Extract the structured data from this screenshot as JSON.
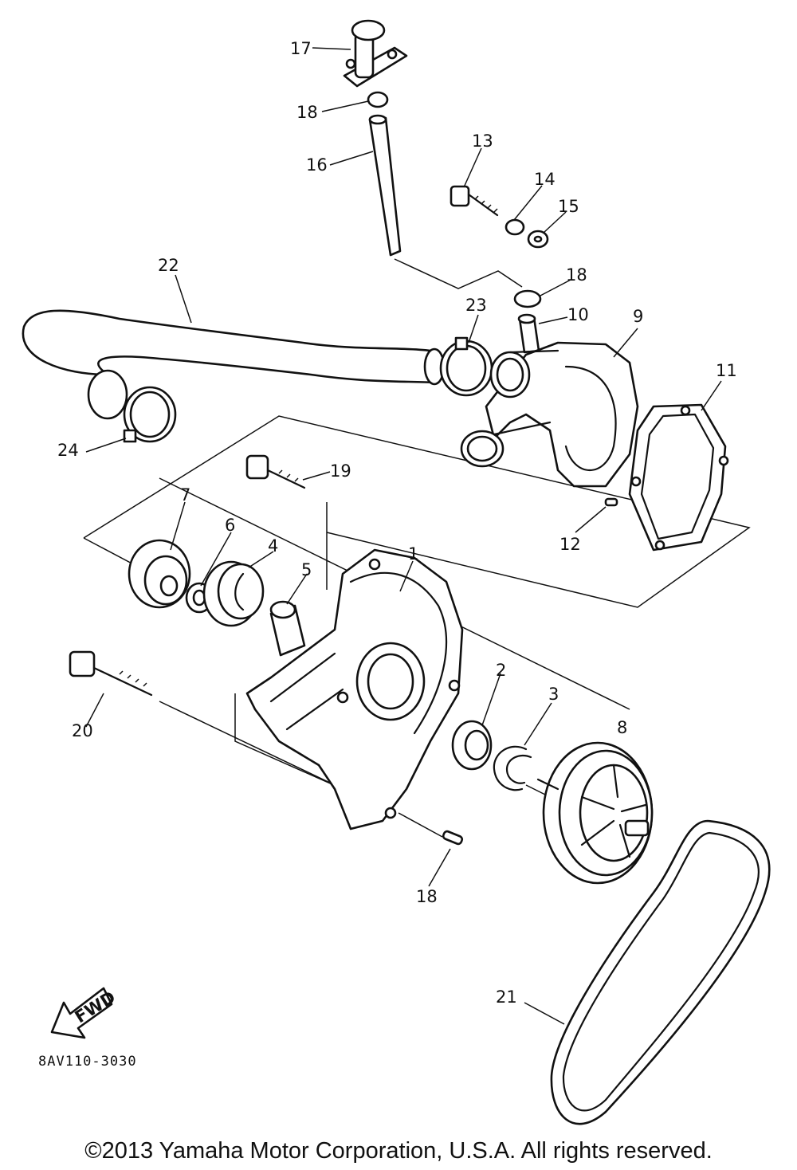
{
  "callouts": [
    "1",
    "2",
    "3",
    "4",
    "5",
    "6",
    "7",
    "8",
    "9",
    "10",
    "11",
    "12",
    "13",
    "14",
    "15",
    "16",
    "17",
    "18",
    "18",
    "19",
    "20",
    "21",
    "22",
    "23",
    "24",
    "24"
  ],
  "fwd_label": "FWD",
  "diagram_code": "8AV110-3030",
  "copyright": "©2013 Yamaha Motor Corporation, U.S.A. All rights reserved."
}
